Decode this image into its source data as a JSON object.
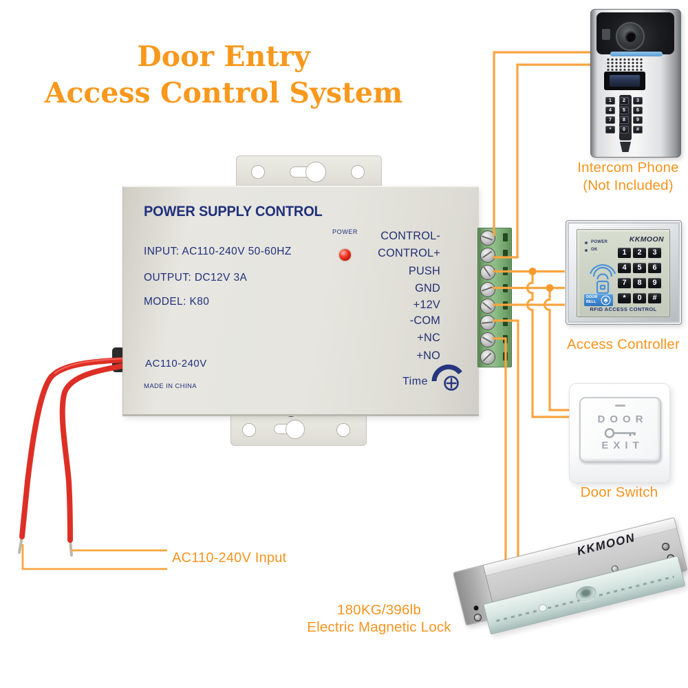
{
  "title": {
    "line1": "Door Entry",
    "line2": "Access Control System"
  },
  "psu": {
    "name_label": "POWER SUPPLY CONTROL",
    "input_label": "INPUT: AC110-240V 50-60HZ",
    "output_label": "OUTPUT: DC12V 3A",
    "model_label": "MODEL: K80",
    "power_led_label": "POWER",
    "voltage_label": "AC110-240V",
    "made_in_label": "MADE IN CHINA",
    "time_label": "Time",
    "terminals": [
      "CONTROL-",
      "CONTROL+",
      "PUSH",
      "GND",
      "+12V",
      "-COM",
      "+NC",
      "+NO"
    ]
  },
  "intercom": {
    "caption_line1": "Intercom Phone",
    "caption_line2": "(Not Included)",
    "keys": [
      "1",
      "2",
      "3",
      "4",
      "5",
      "6",
      "7",
      "8",
      "9",
      "*",
      "0",
      "#"
    ]
  },
  "controller": {
    "caption": "Access Controller",
    "brand": "KKMOON",
    "power_label": "POWER",
    "ok_label": "OK",
    "doorbell_label": "DOOR BELL",
    "footer": "RFID ACCESS CONTROL",
    "keys": [
      "1",
      "2",
      "3",
      "4",
      "5",
      "6",
      "7",
      "8",
      "9",
      "*",
      "0",
      "#"
    ]
  },
  "door_switch": {
    "caption": "Door Switch",
    "word_top": "DOOR",
    "word_bottom": "EXIT"
  },
  "lock": {
    "brand": "KKMOON",
    "caption_line1": "180KG/396lb",
    "caption_line2": "Electric Magnetic Lock"
  },
  "ac_input": {
    "label": "AC110-240V Input"
  },
  "icons": {
    "time-dial-icon": "screw dial with arc swoosh",
    "rfid-waves-icon": "nested arcs over card",
    "bell-icon": "doorbell bell in circle",
    "key-icon": "door key outline",
    "camera-icon": "intercom camera lens",
    "led-icon": "red power led"
  },
  "colors": {
    "accent_orange": "#F7941E",
    "wire_orange": "#F9A540",
    "navy_text": "#20307C",
    "red_wire": "#DD2F26",
    "terminal_green": "#79AA72"
  }
}
